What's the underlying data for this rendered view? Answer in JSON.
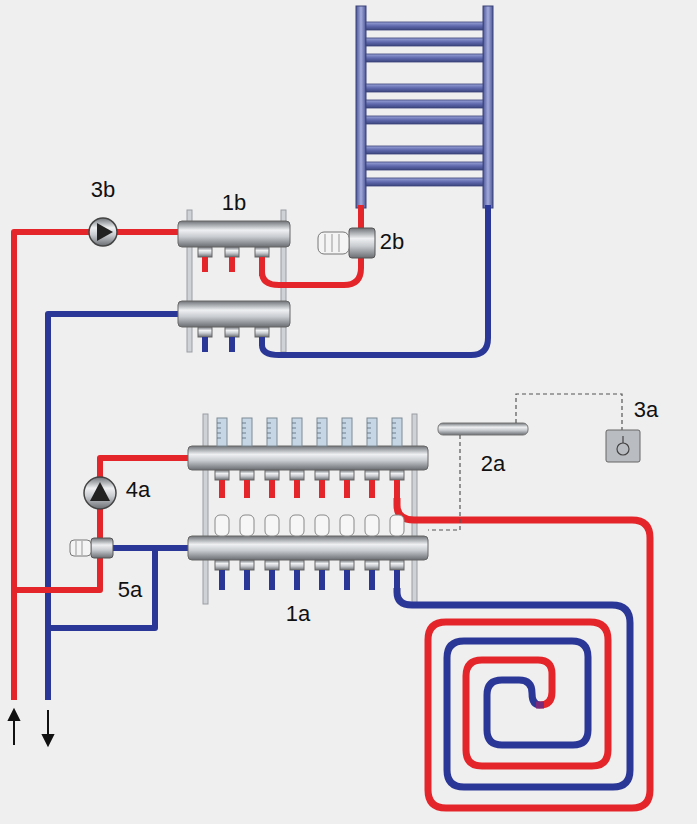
{
  "diagram": {
    "labels": [
      "3b",
      "1b",
      "2b",
      "3a",
      "2a",
      "4a",
      "5a",
      "1a"
    ]
  }
}
